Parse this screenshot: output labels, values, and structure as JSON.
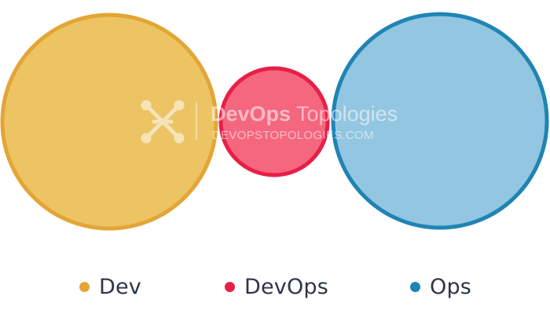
{
  "diagram": {
    "circles": [
      {
        "id": "dev",
        "fill": "#ecc463",
        "stroke": "#e3a535"
      },
      {
        "id": "devops",
        "fill": "#f4677e",
        "stroke": "#e81f47"
      },
      {
        "id": "ops",
        "fill": "#93c6e0",
        "stroke": "#1f84b4"
      }
    ]
  },
  "watermark": {
    "brand_bold": "DevOps",
    "brand_light": " Topologies",
    "url": "DEVOPSTOPOLOGIES.COM",
    "color": "#ffffff"
  },
  "legend": {
    "items": [
      {
        "label": "Dev",
        "color": "#e3a535"
      },
      {
        "label": "DevOps",
        "color": "#e81f47"
      },
      {
        "label": "Ops",
        "color": "#1f84b4"
      }
    ]
  }
}
